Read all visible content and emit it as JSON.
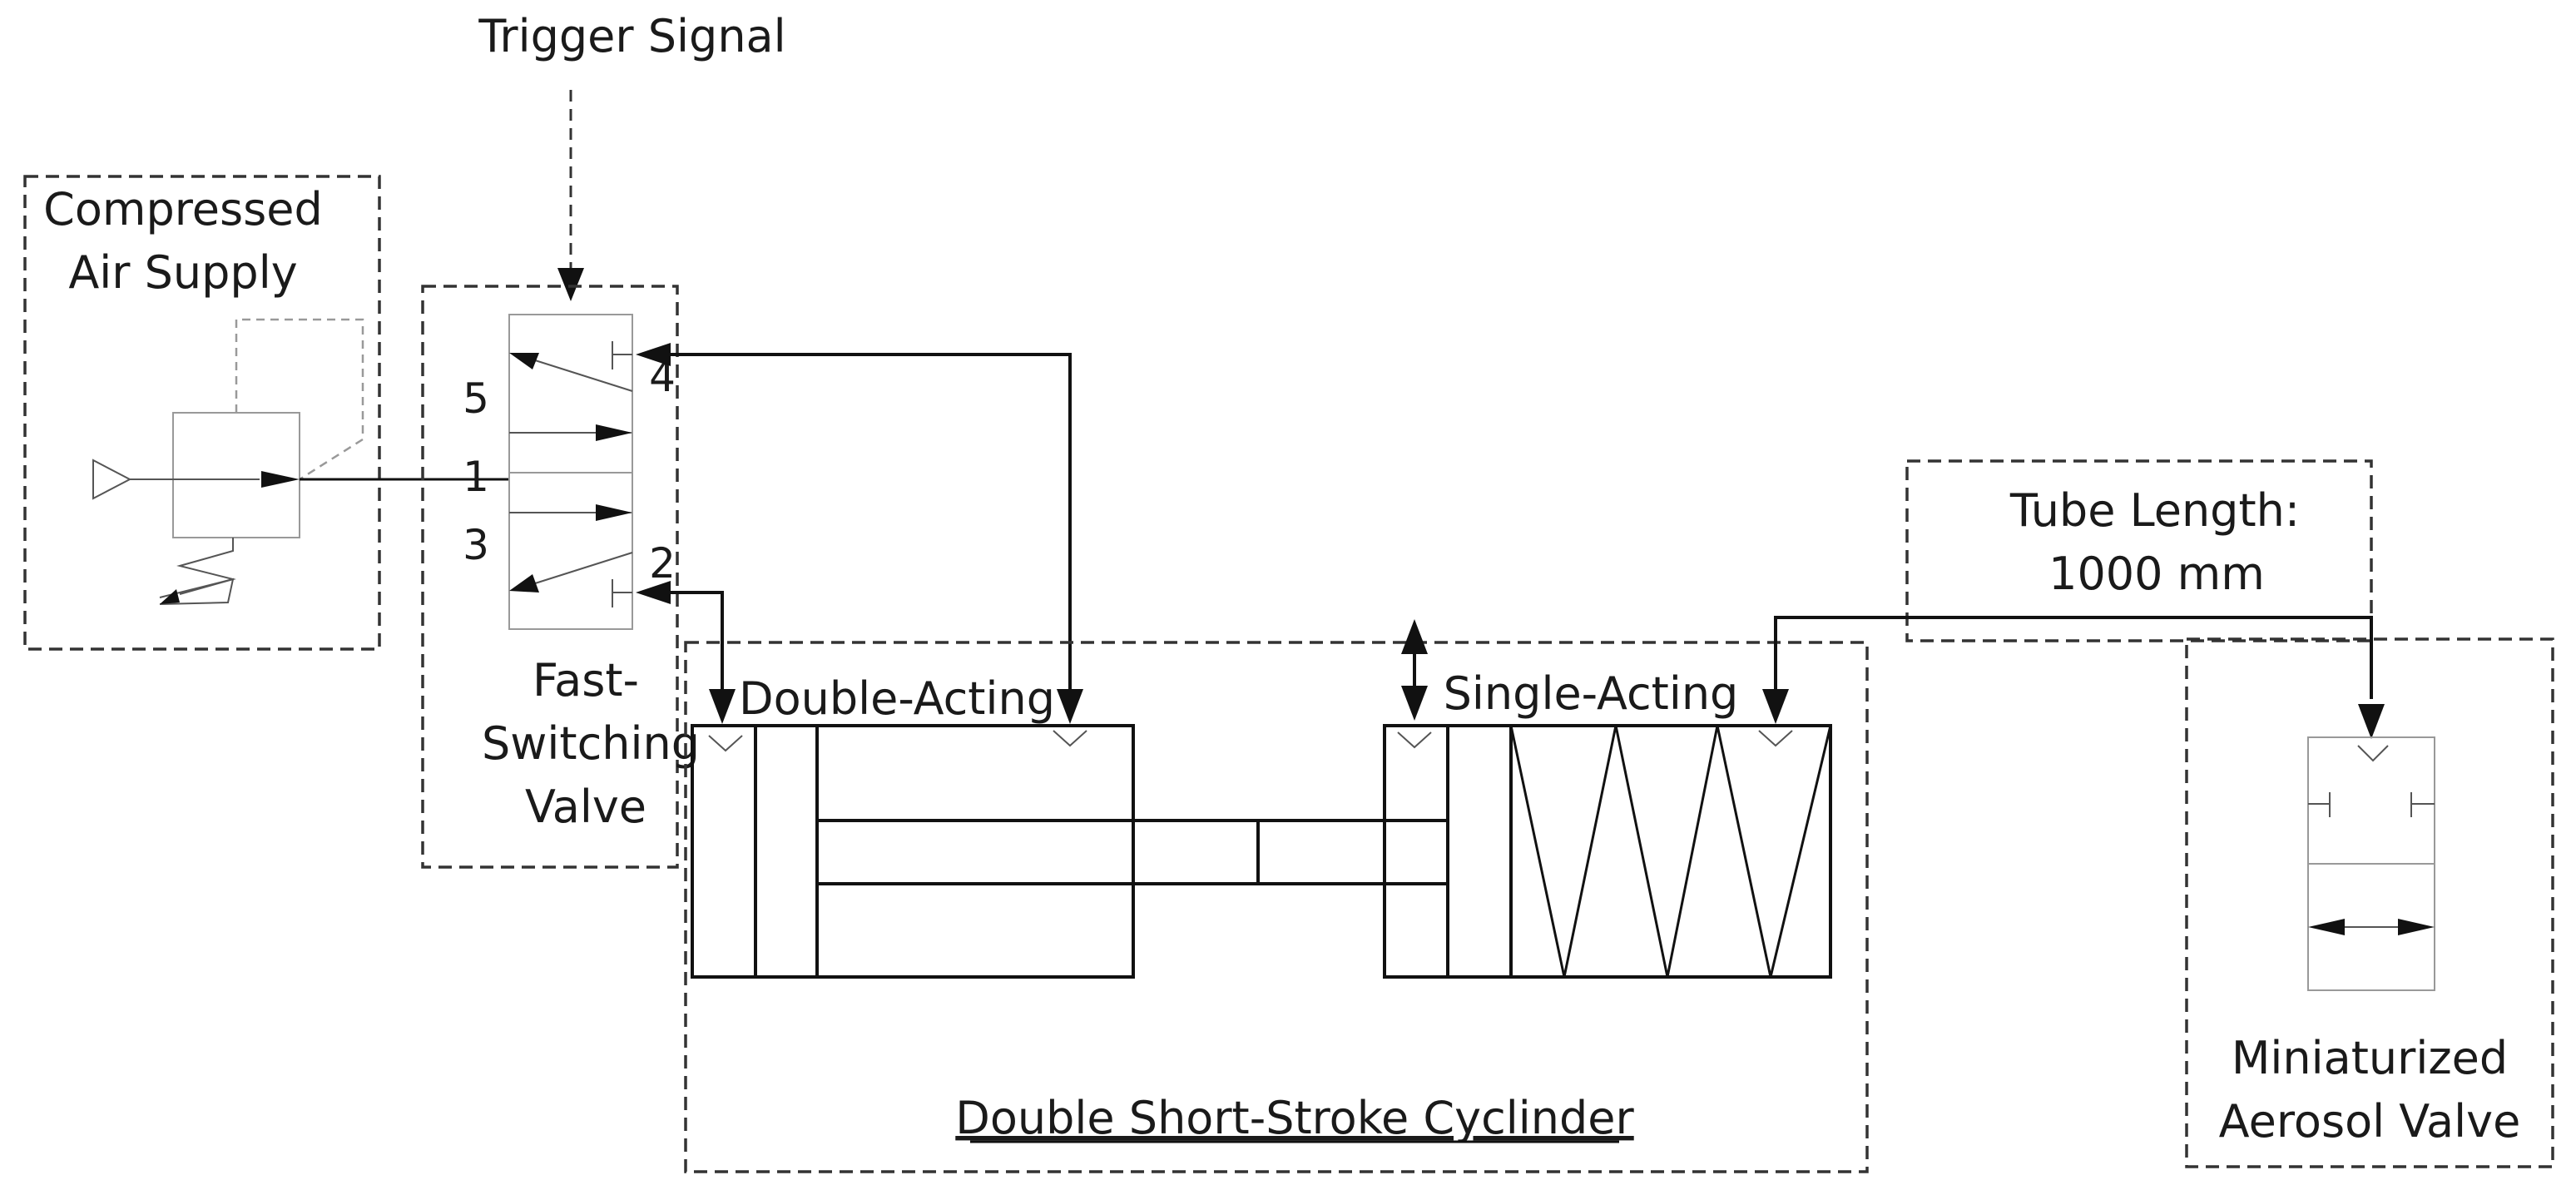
{
  "labels": {
    "trigger": "Trigger Signal",
    "supply_line1": "Compressed",
    "supply_line2": "Air Supply",
    "valve_line1": "Fast-",
    "valve_line2": "Switching",
    "valve_line3": "Valve",
    "port5": "5",
    "port4": "4",
    "port1": "1",
    "port3": "3",
    "port2": "2",
    "double_acting": "Double-Acting",
    "single_acting": "Single-Acting",
    "tube_line1": "Tube Length:",
    "tube_line2": "1000 mm",
    "cylinder": "Double Short-Stroke Cyclinder",
    "aerosol_line1": "Miniaturized",
    "aerosol_line2": "Aerosol Valve"
  }
}
